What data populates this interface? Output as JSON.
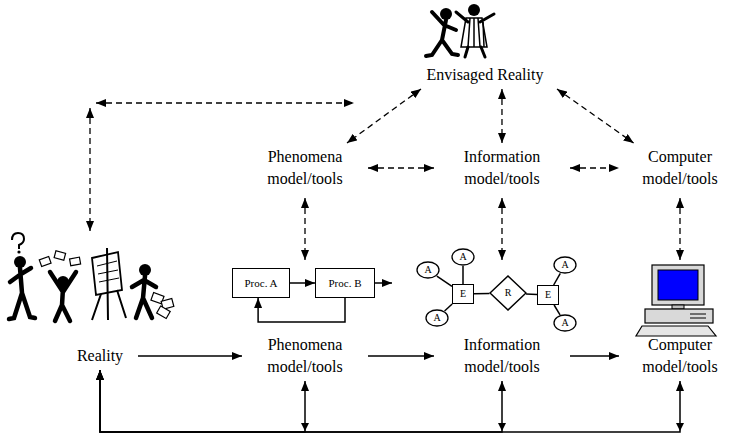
{
  "diagram": {
    "nodes": [
      {
        "text": [
          "Envisaged Reality"
        ]
      },
      {
        "text": [
          "Phenomena model/tools"
        ]
      },
      {
        "text": [
          "Information model/tools"
        ]
      },
      {
        "text": [
          "Computer model/tools"
        ]
      },
      {
        "text": [
          "Proc. A"
        ]
      },
      {
        "text": [
          "Proc. B"
        ]
      },
      {
        "text": [
          "A"
        ]
      },
      {
        "text": [
          "A"
        ]
      },
      {
        "text": [
          "E"
        ]
      },
      {
        "text": [
          "R"
        ]
      },
      {
        "text": [
          "E"
        ]
      },
      {
        "text": [
          "A"
        ]
      },
      {
        "text": [
          "A"
        ]
      },
      {
        "text": [
          "A"
        ]
      },
      {
        "text": [
          "Reality"
        ]
      },
      {
        "text": [
          "Phenomena model/tools"
        ]
      },
      {
        "text": [
          "Information model/tools"
        ]
      },
      {
        "text": [
          "Computer model/tools"
        ]
      }
    ],
    "edges": [
      {
        "from": 0,
        "to": 1,
        "arrow": "both"
      },
      {
        "from": 0,
        "to": 2,
        "arrow": "both"
      },
      {
        "from": 0,
        "to": 3,
        "arrow": "both"
      },
      {
        "from": 1,
        "to": 2,
        "arrow": "both"
      },
      {
        "from": 2,
        "to": 3,
        "arrow": "both"
      },
      {
        "from": 4,
        "to": 5,
        "arrow": "to"
      },
      {
        "from": 5,
        "to": 4,
        "arrow": "to"
      },
      {
        "from": 6,
        "to": 8,
        "arrow": "none"
      },
      {
        "from": 7,
        "to": 8,
        "arrow": "none"
      },
      {
        "from": 13,
        "to": 8,
        "arrow": "none"
      },
      {
        "from": 8,
        "to": 9,
        "arrow": "none"
      },
      {
        "from": 9,
        "to": 10,
        "arrow": "none"
      },
      {
        "from": 10,
        "to": 11,
        "arrow": "none"
      },
      {
        "from": 10,
        "to": 12,
        "arrow": "none"
      },
      {
        "from": 14,
        "to": 15,
        "arrow": "to"
      },
      {
        "from": 15,
        "to": 16,
        "arrow": "to"
      },
      {
        "from": 16,
        "to": 17,
        "arrow": "to"
      },
      {
        "from": 15,
        "to": 14,
        "arrow": "both"
      },
      {
        "from": 16,
        "to": 14,
        "arrow": "both"
      },
      {
        "from": 17,
        "to": 14,
        "arrow": "both"
      }
    ]
  }
}
